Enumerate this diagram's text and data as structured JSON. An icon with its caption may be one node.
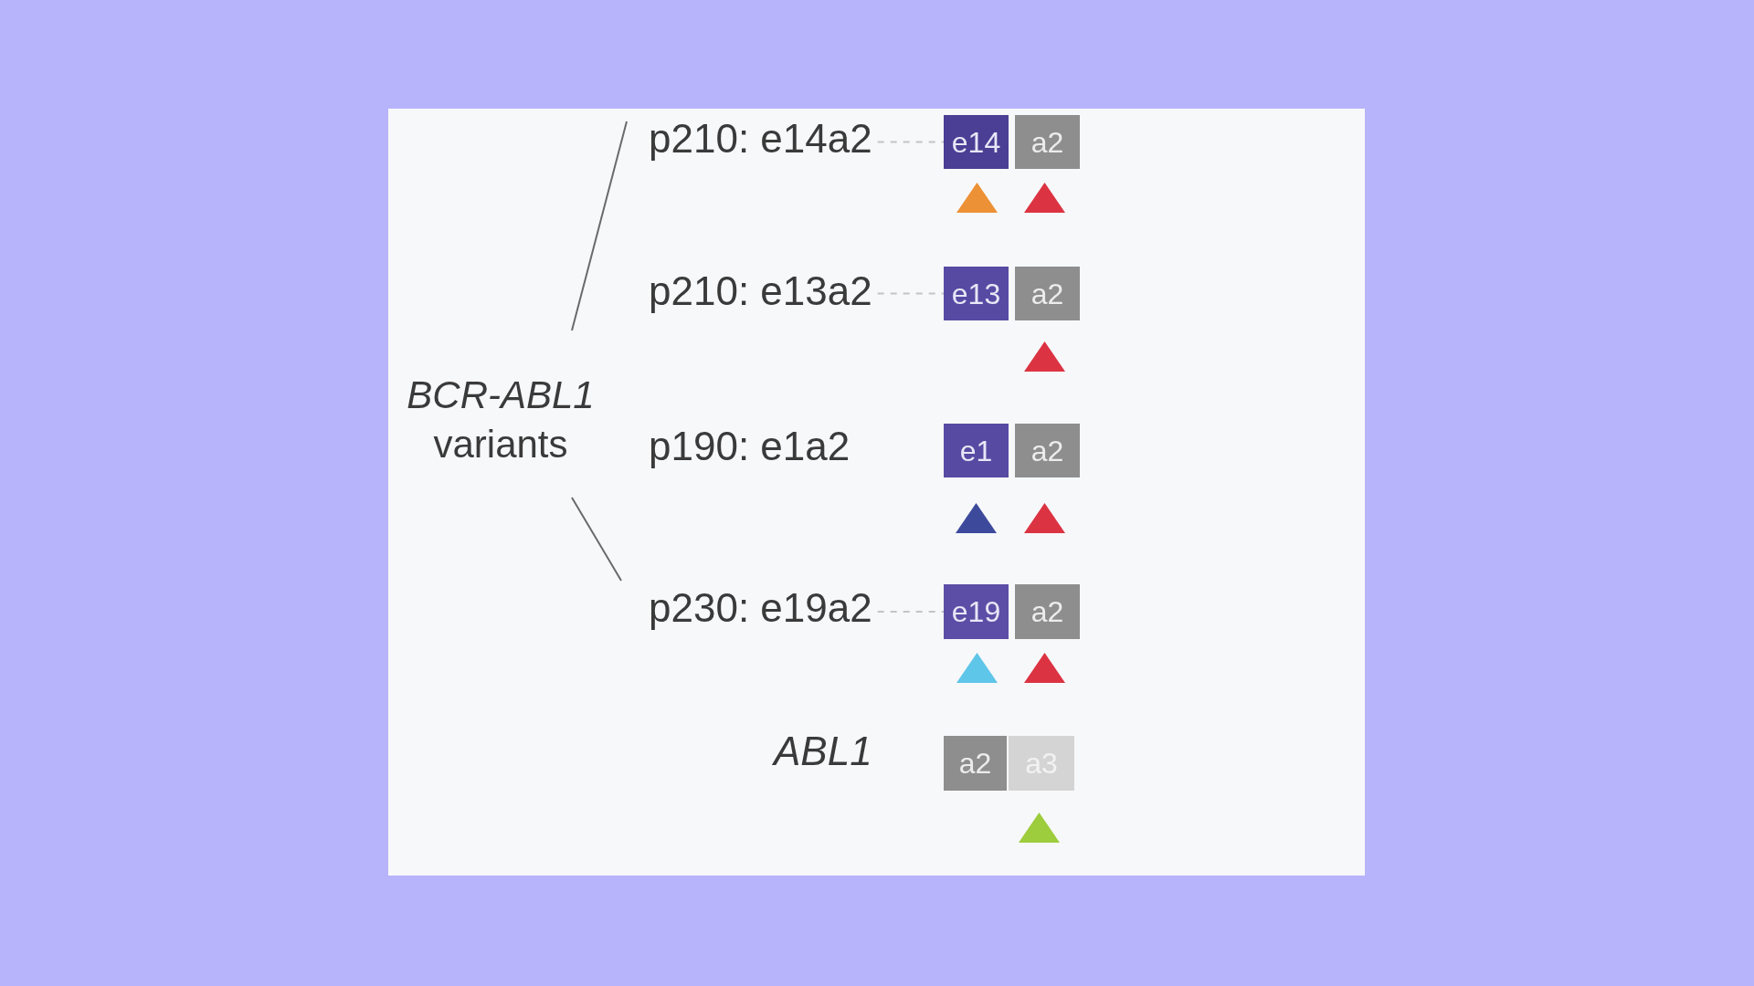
{
  "diagram": {
    "nodes": [
      {
        "text": [
          "p210: e14a2"
        ]
      },
      {
        "text": [
          "e14"
        ]
      },
      {
        "text": [
          "a2"
        ]
      },
      {
        "text": [
          "p210: e13a2"
        ]
      },
      {
        "text": [
          "e13"
        ]
      },
      {
        "text": [
          "a2"
        ]
      },
      {
        "text": [
          "e1"
        ]
      },
      {
        "text": [
          "a2"
        ]
      },
      {
        "text": [
          "p230: e19a2"
        ]
      },
      {
        "text": [
          "e19"
        ]
      },
      {
        "text": [
          "a2"
        ]
      },
      {
        "text": [
          "a2"
        ]
      },
      {
        "text": [
          "a3"
        ]
      }
    ],
    "edges": [
      {
        "from": 0,
        "to": 1,
        "arrow": "none",
        "style": "dashed"
      },
      {
        "from": 3,
        "to": 4,
        "arrow": "none",
        "style": "dashed"
      },
      {
        "from": 8,
        "to": 9,
        "arrow": "none",
        "style": "dashed"
      }
    ],
    "labels": [
      "*BCR-ABL1* variants",
      "p190: e1a2",
      "ABL1"
    ]
  }
}
